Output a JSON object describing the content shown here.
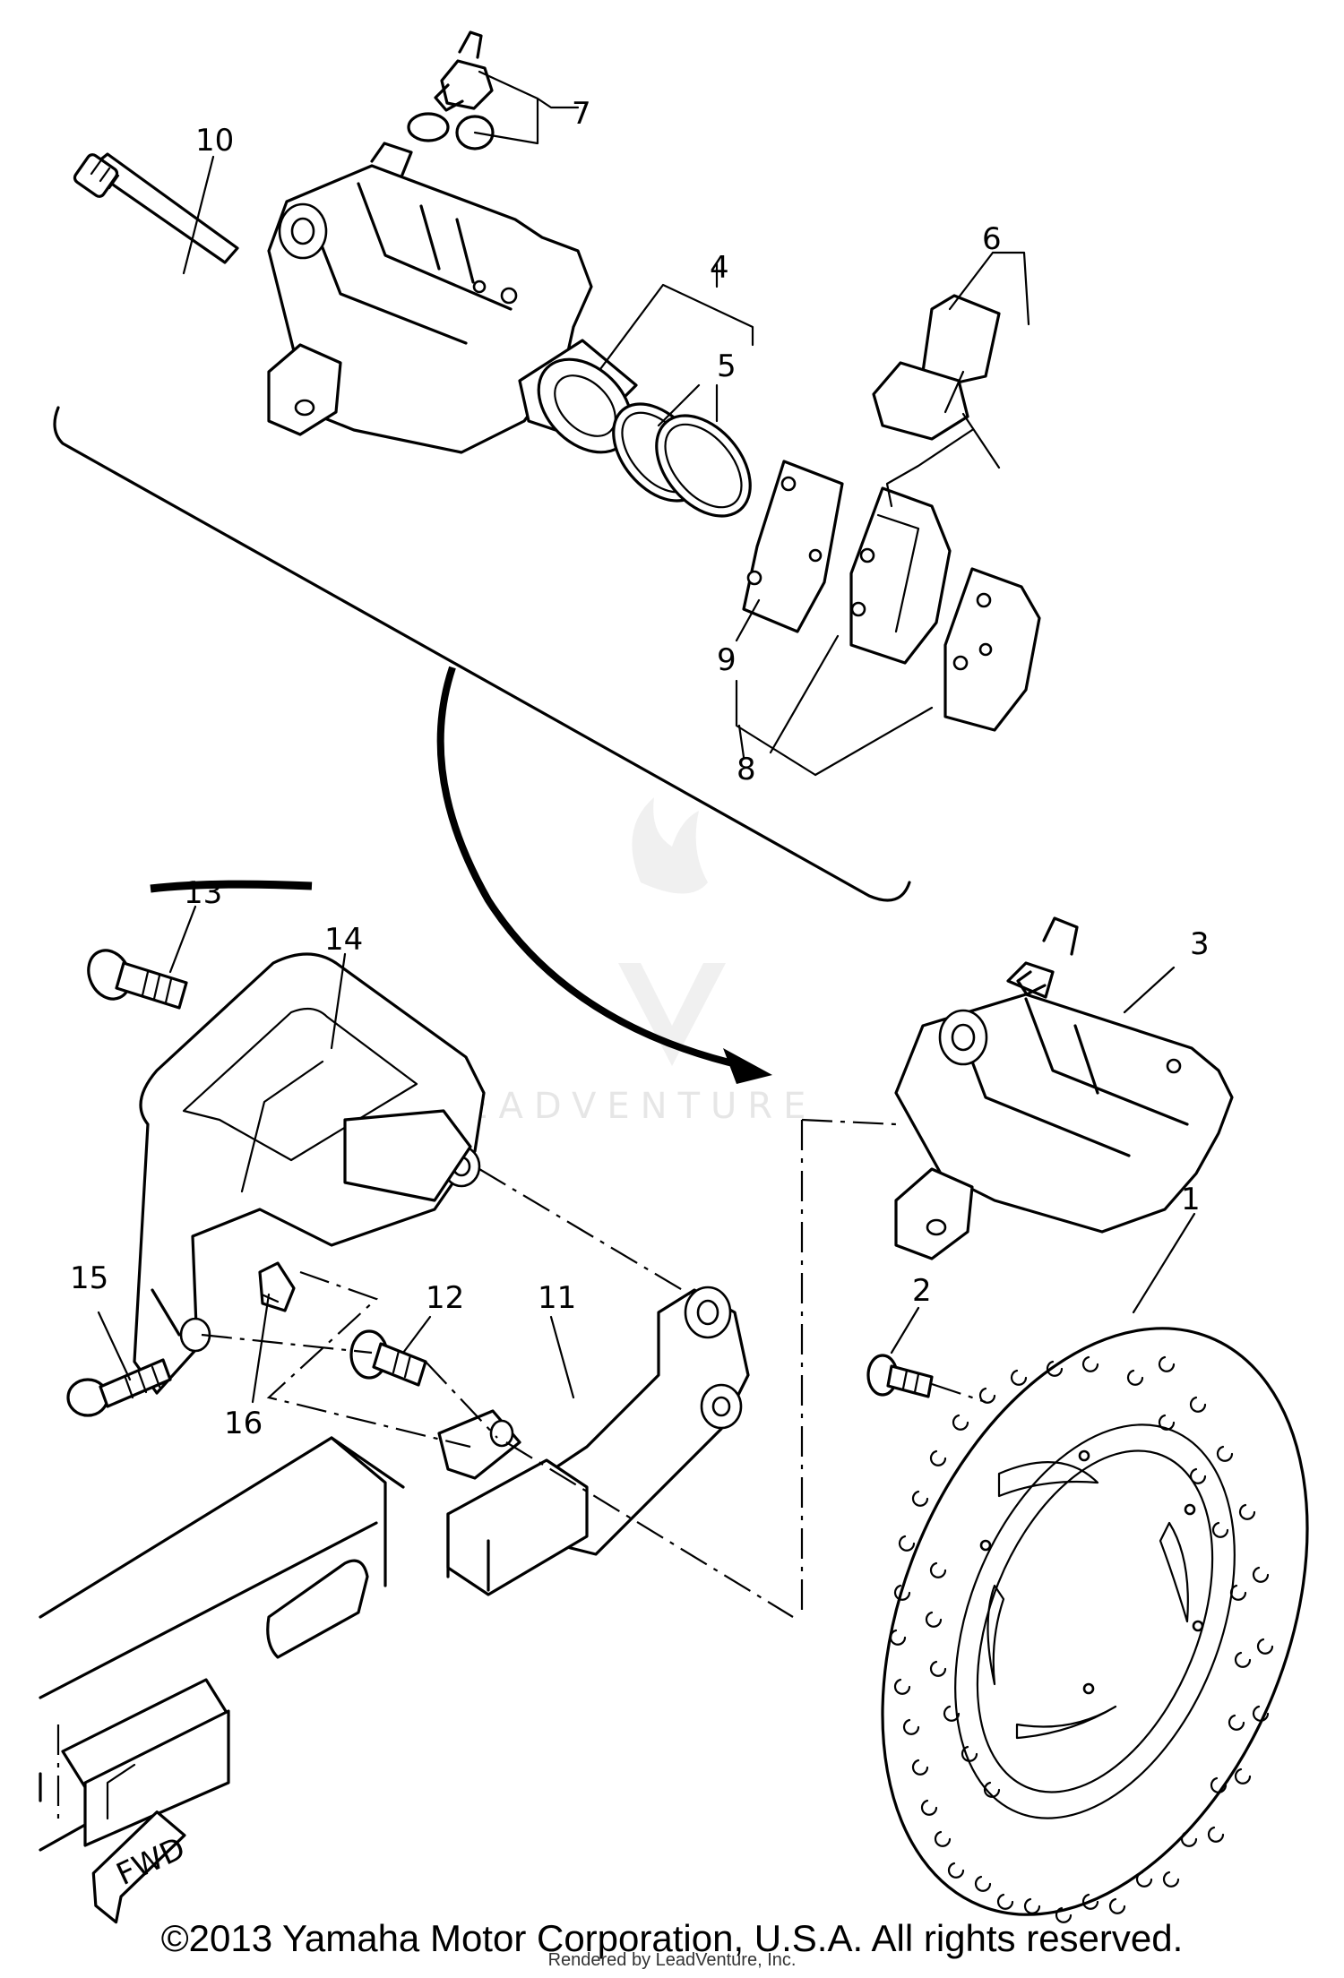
{
  "callouts": {
    "c1": "1",
    "c2": "2",
    "c3": "3",
    "c4": "4",
    "c5": "5",
    "c6": "6",
    "c7": "7",
    "c8": "8",
    "c9": "9",
    "c10": "10",
    "c11": "11",
    "c12": "12",
    "c13": "13",
    "c14": "14",
    "c15": "15",
    "c16": "16"
  },
  "direction_marker": "FWD",
  "watermark": "LEADVENTURE",
  "copyright": "©2013 Yamaha Motor Corporation, U.S.A. All rights reserved.",
  "rendered_by": "Rendered by LeadVenture, Inc."
}
